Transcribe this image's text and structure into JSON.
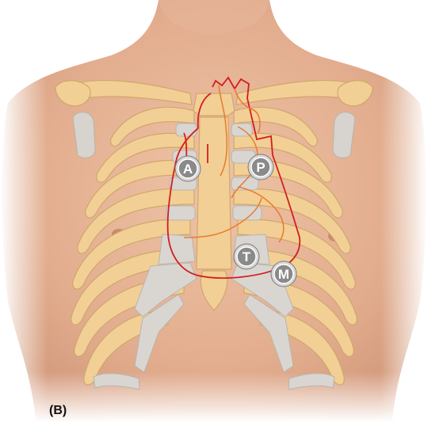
{
  "panel_label": "(B)",
  "markers": [
    {
      "key": "aortic",
      "label": "A"
    },
    {
      "key": "pulmonic",
      "label": "P"
    },
    {
      "key": "tricuspid",
      "label": "T"
    },
    {
      "key": "mitral",
      "label": "M"
    }
  ],
  "colors": {
    "skin": "#e8b99a",
    "bone": "#f2cf95",
    "cartilage": "#d9d6d2",
    "heart_outline": "#d21f1f",
    "marker_fill": "#8a8a8a",
    "marker_ring": "#d8d8d8"
  }
}
